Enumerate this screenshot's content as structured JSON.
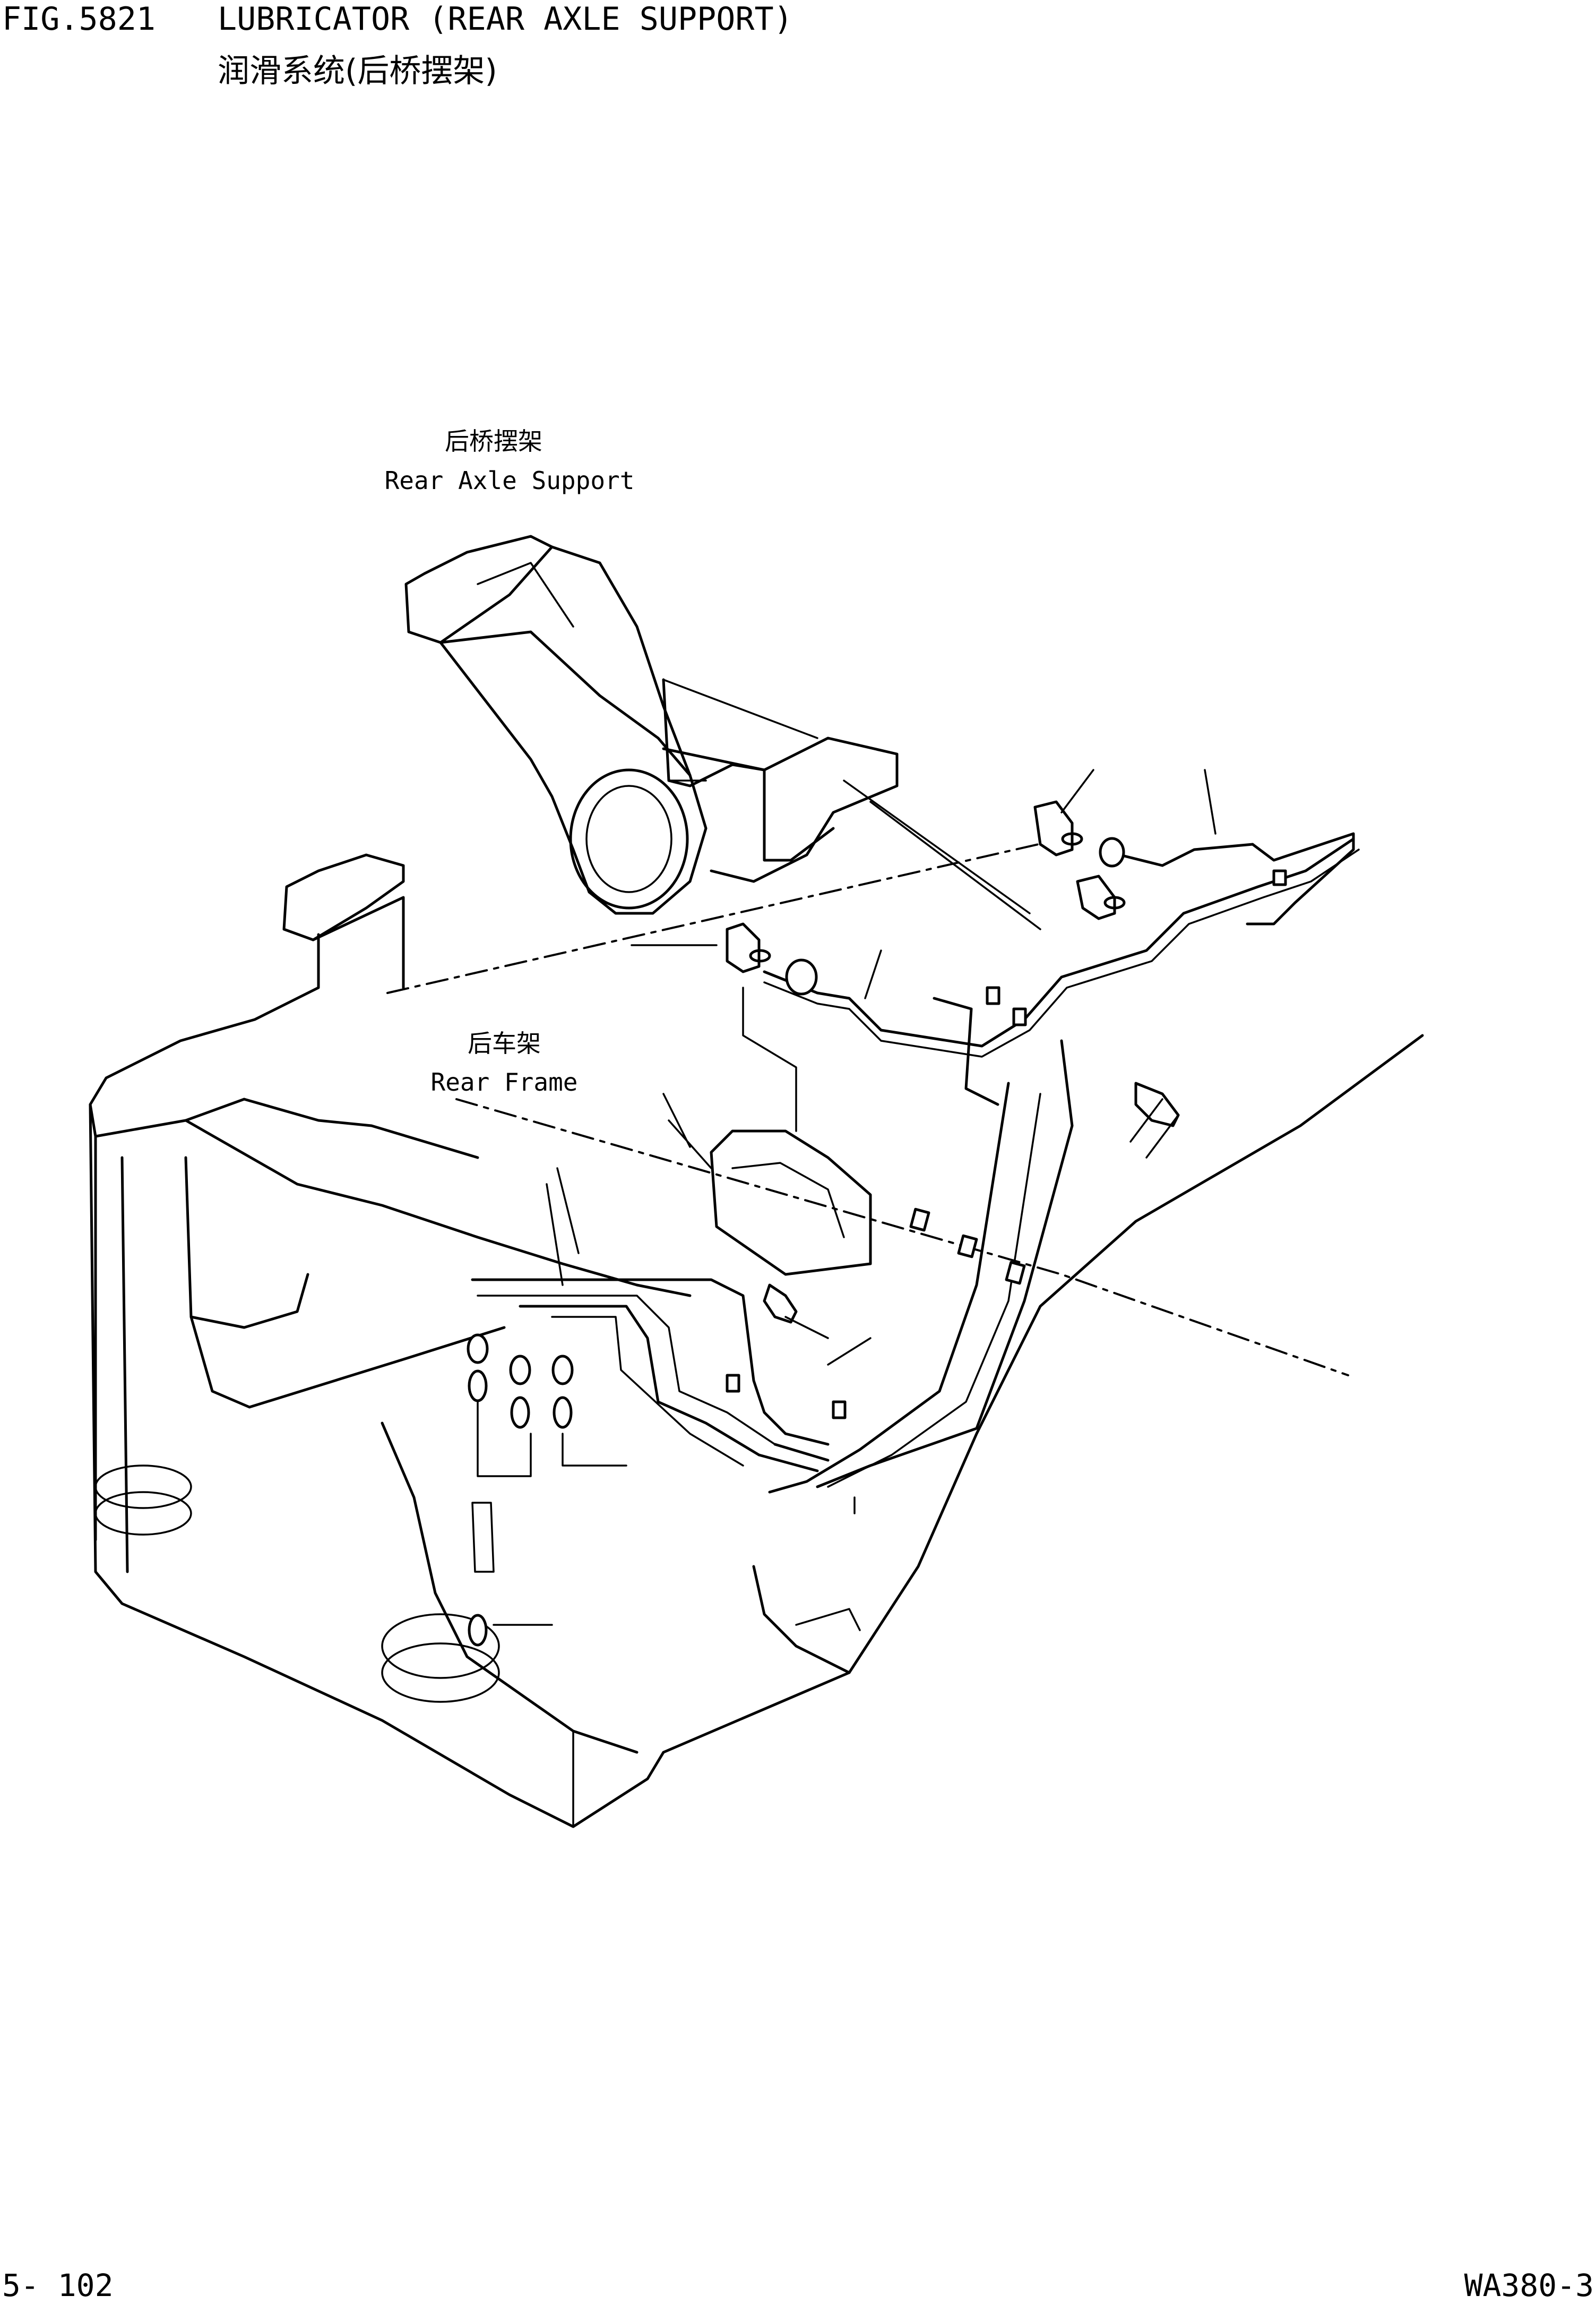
{
  "header": {
    "figure_number": "FIG.5821",
    "title": "LUBRICATOR (REAR AXLE SUPPORT)",
    "subtitle": "润滑系统(后桥摆架)"
  },
  "labels": {
    "rear_axle_support_cn": "后桥摆架",
    "rear_axle_support_en": "Rear Axle Support",
    "rear_frame_cn": "后车架",
    "rear_frame_en": "Rear Frame"
  },
  "footer": {
    "page": "5- 102",
    "model": "WA380-3"
  }
}
